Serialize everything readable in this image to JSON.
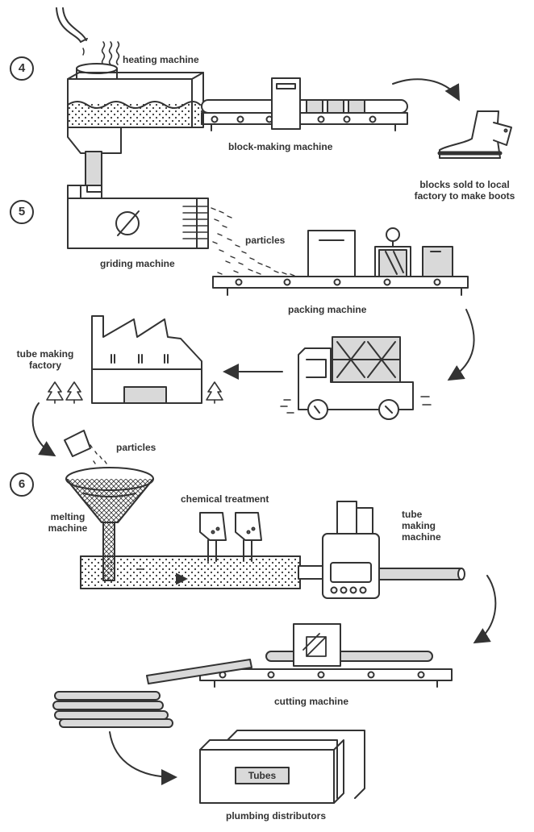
{
  "steps": {
    "s4": "4",
    "s5": "5",
    "s6": "6"
  },
  "labels": {
    "heating_machine": "heating machine",
    "block_making_machine": "block-making machine",
    "blocks_sold_line1": "blocks sold to local",
    "blocks_sold_line2": "factory to make boots",
    "particles_top": "particles",
    "griding_machine": "griding machine",
    "packing_machine": "packing machine",
    "tube_factory_line1": "tube making",
    "tube_factory_line2": "factory",
    "particles_bottom": "particles",
    "melting_line1": "melting",
    "melting_line2": "machine",
    "chemical_treatment": "chemical treatment",
    "tube_making_line1": "tube",
    "tube_making_line2": "making",
    "tube_making_line3": "machine",
    "cutting_machine": "cutting machine",
    "tubes_box": "Tubes",
    "plumbing_distributors": "plumbing distributors"
  },
  "colors": {
    "stroke": "#333333",
    "fill_grey": "#d9d9d9",
    "fill_dark": "#555555",
    "background": "#ffffff"
  }
}
